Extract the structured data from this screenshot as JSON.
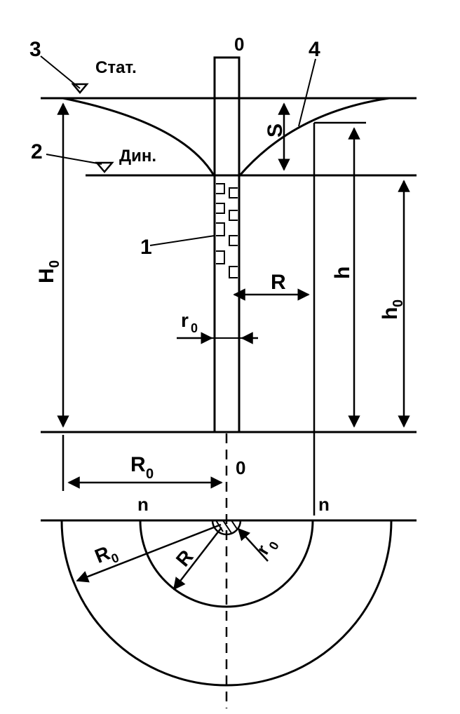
{
  "labels": {
    "axis_top": "0",
    "axis_bottom": "0",
    "n_left": "n",
    "n_right": "n",
    "num_1": "1",
    "num_2": "2",
    "num_3": "3",
    "num_4": "4",
    "static_level": "Стат.",
    "dynamic_level": "Дин.",
    "drawdown": "S",
    "radius": "R",
    "radius_plan": "R",
    "head_h": "h",
    "head_h0": "h",
    "head_h0_sub": "0",
    "head_H0": "H",
    "head_H0_sub": "0",
    "r0": "r",
    "r0_sub": "0",
    "r0_plan": "r",
    "r0_plan_sub": "0",
    "R0": "R",
    "R0_sub": "0",
    "R0_plan": "R",
    "R0_plan_sub": "0"
  }
}
